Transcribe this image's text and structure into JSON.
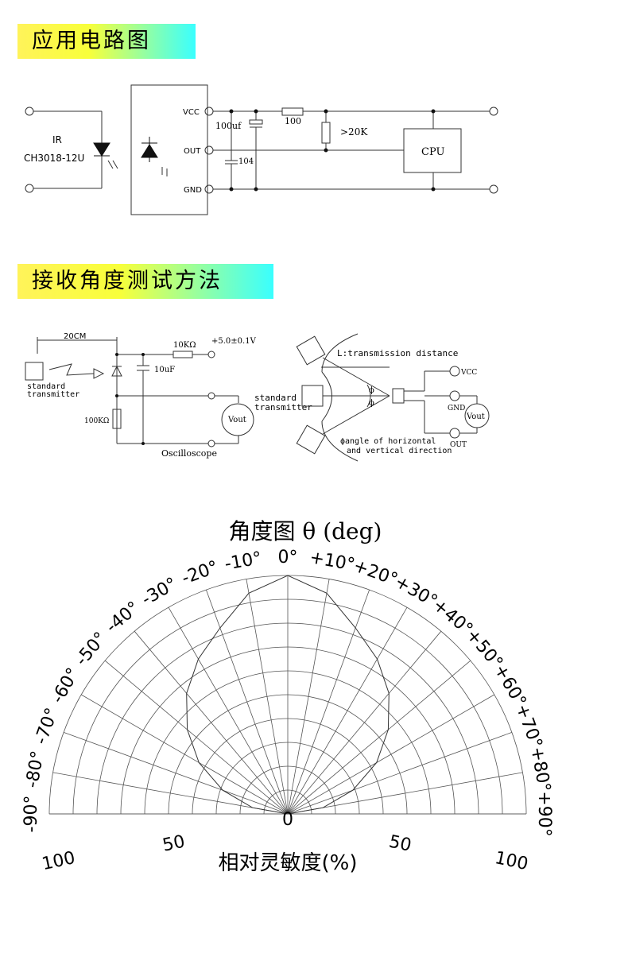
{
  "section1": {
    "title": "应用电路图"
  },
  "section2": {
    "title": "接收角度测试方法"
  },
  "app_circuit": {
    "ir_label": "IR",
    "part_label": "CH3018-12U",
    "pin_vcc": "VCC",
    "pin_out": "OUT",
    "pin_gnd": "GND",
    "cap_label": "100uf",
    "resistor_label": "100",
    "cap2_label": "104",
    "pullup_label": ">20K",
    "cpu_label": "CPU"
  },
  "test_circuit": {
    "distance_label": "20CM",
    "transmitter_line1": "standard",
    "transmitter_line2": "transmitter",
    "resistor_top": "10KΩ",
    "supply": "+5.0±0.1V",
    "cap_label": "10uF",
    "resistor_left": "100KΩ",
    "meter_label": "Vout",
    "scope_label": "Oscilloscope"
  },
  "angle_setup": {
    "distance_label": "L:transmission distance",
    "transmitter_line1": "standard",
    "transmitter_line2": "transmitter",
    "phi": "ϕ",
    "angle_line1": "ϕangle of horizontal",
    "angle_line2": "and vertical direction",
    "pin_vcc": "VCC",
    "pin_gnd": "GND",
    "pin_out": "OUT",
    "meter_label": "Vout"
  },
  "chart_data": {
    "type": "polar",
    "title": "角度图 θ (deg)",
    "xlabel": "相对灵敏度(%)",
    "angle_labels": [
      "-90°",
      "-80°",
      "-70°",
      "-60°",
      "-50°",
      "-40°",
      "-30°",
      "-20°",
      "-10°",
      "0°",
      "+10°",
      "+20°",
      "+30°",
      "+40°",
      "+50°",
      "+60°",
      "+70°",
      "+80°",
      "+90°"
    ],
    "angles_deg": [
      -90,
      -80,
      -70,
      -60,
      -50,
      -40,
      -30,
      -20,
      -10,
      0,
      10,
      20,
      30,
      40,
      50,
      60,
      70,
      80,
      90
    ],
    "radial_labels": [
      "100",
      "50",
      "0",
      "50",
      "100"
    ],
    "radial_range": [
      0,
      100
    ],
    "series": [
      {
        "angles_deg": [
          -90,
          -80,
          -70,
          -60,
          -50,
          -40,
          -30,
          -20,
          -10,
          0,
          10,
          20,
          30,
          40,
          50,
          60,
          70,
          80,
          90
        ],
        "values": [
          0,
          15,
          29,
          43,
          55,
          66,
          75,
          83,
          94,
          100,
          94,
          83,
          75,
          66,
          55,
          43,
          29,
          15,
          0
        ]
      }
    ]
  }
}
